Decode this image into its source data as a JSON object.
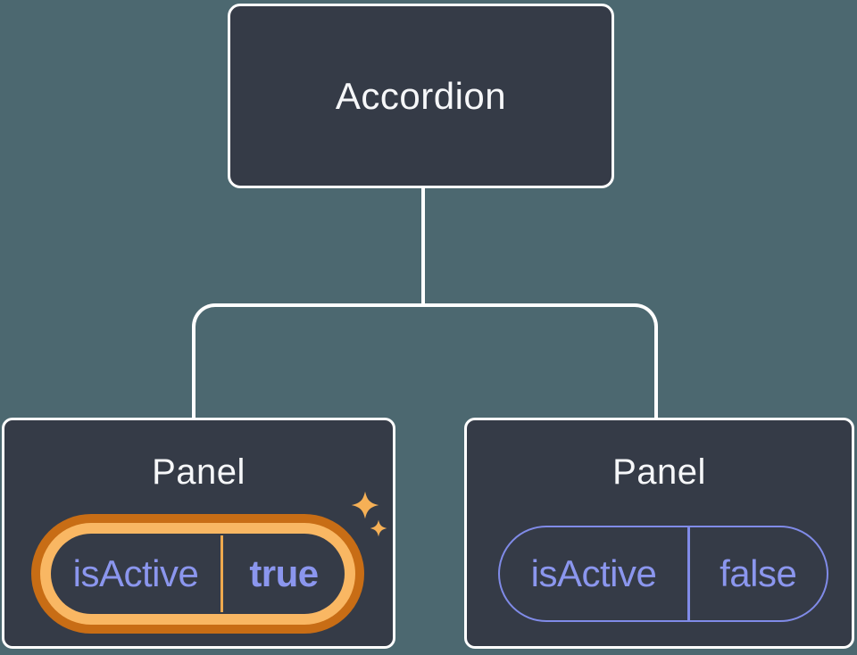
{
  "diagram": {
    "background_color": "#4C6870",
    "node_fill_color": "#353B47",
    "connector_color": "#FFFFFF",
    "prop_text_color": "#8B96EE",
    "highlight_ring_outer_color": "#C86D15",
    "highlight_ring_inner_color": "#F9B763",
    "highlight_divider_color": "#EFA94E",
    "plain_pill_border_color": "#808BE8",
    "sparkle_color": "#F6B056",
    "root": {
      "label": "Accordion"
    },
    "children": [
      {
        "title": "Panel",
        "highlighted": true,
        "prop": {
          "name": "isActive",
          "value": "true"
        },
        "icons": [
          "sparkle-icon-large",
          "sparkle-icon-small"
        ]
      },
      {
        "title": "Panel",
        "highlighted": false,
        "prop": {
          "name": "isActive",
          "value": "false"
        }
      }
    ]
  }
}
